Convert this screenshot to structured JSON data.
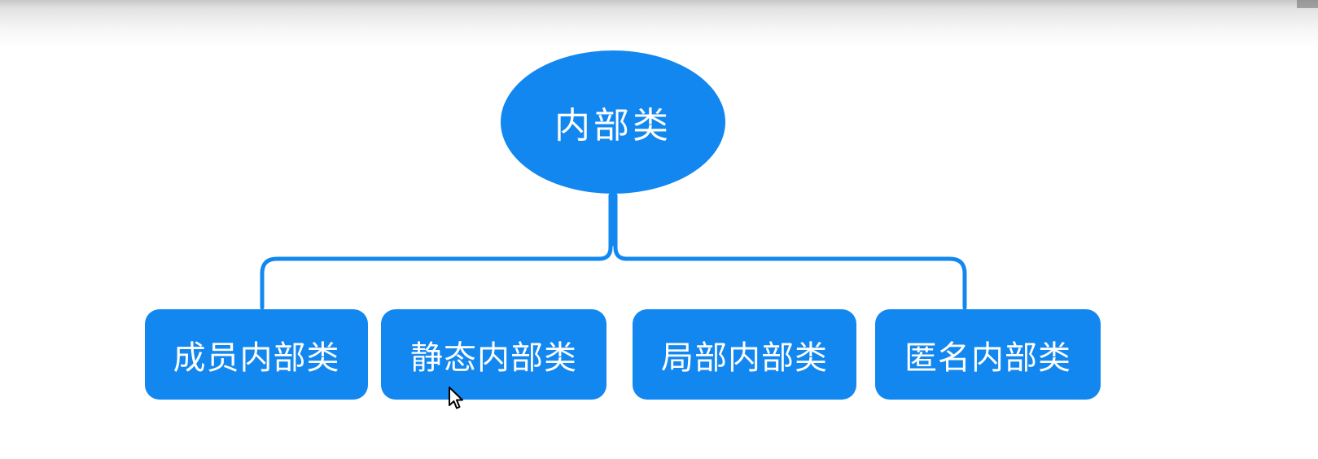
{
  "diagram": {
    "root": {
      "label": "内部类"
    },
    "children": [
      {
        "label": "成员内部类"
      },
      {
        "label": "静态内部类"
      },
      {
        "label": "局部内部类"
      },
      {
        "label": "匿名内部类"
      }
    ],
    "colors": {
      "node_fill": "#1287ef",
      "connector": "#1287ef",
      "node_text": "#ffffff",
      "background": "#ffffff"
    }
  }
}
